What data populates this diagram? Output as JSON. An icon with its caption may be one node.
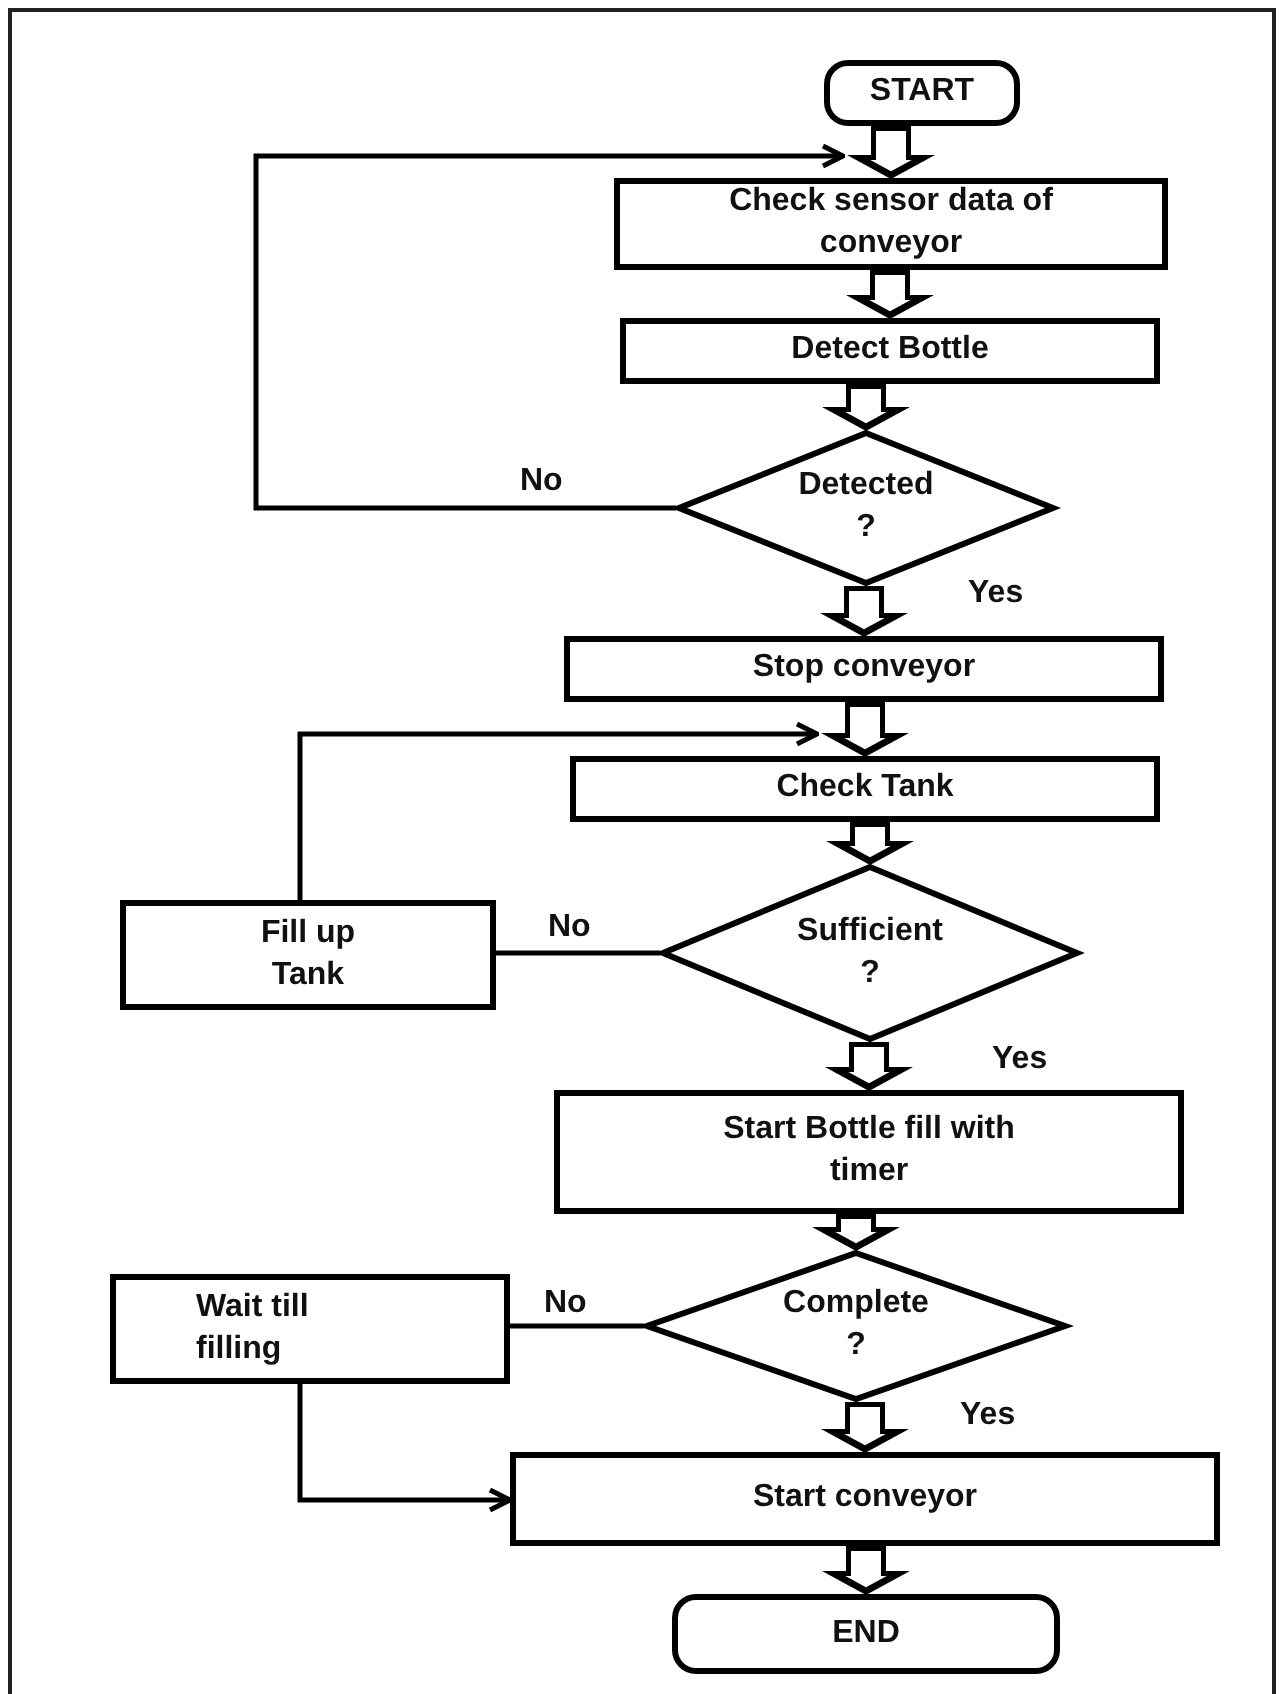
{
  "diagram": {
    "nodes": [
      {
        "text": [
          "START"
        ]
      },
      {
        "text": [
          "Check sensor data of conveyor"
        ]
      },
      {
        "text": [
          "Detect Bottle"
        ]
      },
      {
        "text": [
          "Detected ?"
        ]
      },
      {
        "text": [
          "Stop conveyor"
        ]
      },
      {
        "text": [
          "Check Tank"
        ]
      },
      {
        "text": [
          "Sufficient ?"
        ]
      },
      {
        "text": [
          "Fill up Tank"
        ]
      },
      {
        "text": [
          "Start Bottle fill with timer"
        ]
      },
      {
        "text": [
          "Complete ?"
        ]
      },
      {
        "text": [
          "Wait till filling"
        ]
      },
      {
        "text": [
          "Start conveyor"
        ]
      },
      {
        "text": [
          "END"
        ]
      }
    ],
    "edges": [
      {
        "from": 0,
        "to": 1,
        "arrow": "to"
      },
      {
        "from": 1,
        "to": 2,
        "arrow": "to"
      },
      {
        "from": 2,
        "to": 3,
        "arrow": "to"
      },
      {
        "from": 3,
        "to": 1,
        "arrow": "to",
        "label": "No"
      },
      {
        "from": 3,
        "to": 4,
        "arrow": "to",
        "label": "Yes"
      },
      {
        "from": 4,
        "to": 5,
        "arrow": "to"
      },
      {
        "from": 5,
        "to": 6,
        "arrow": "to"
      },
      {
        "from": 6,
        "to": 7,
        "arrow": "none",
        "label": "No"
      },
      {
        "from": 7,
        "to": 5,
        "arrow": "to"
      },
      {
        "from": 6,
        "to": 8,
        "arrow": "to",
        "label": "Yes"
      },
      {
        "from": 8,
        "to": 9,
        "arrow": "to"
      },
      {
        "from": 9,
        "to": 10,
        "arrow": "none",
        "label": "No"
      },
      {
        "from": 10,
        "to": 11,
        "arrow": "to"
      },
      {
        "from": 9,
        "to": 11,
        "arrow": "to",
        "label": "Yes"
      },
      {
        "from": 11,
        "to": 12,
        "arrow": "to"
      }
    ]
  }
}
